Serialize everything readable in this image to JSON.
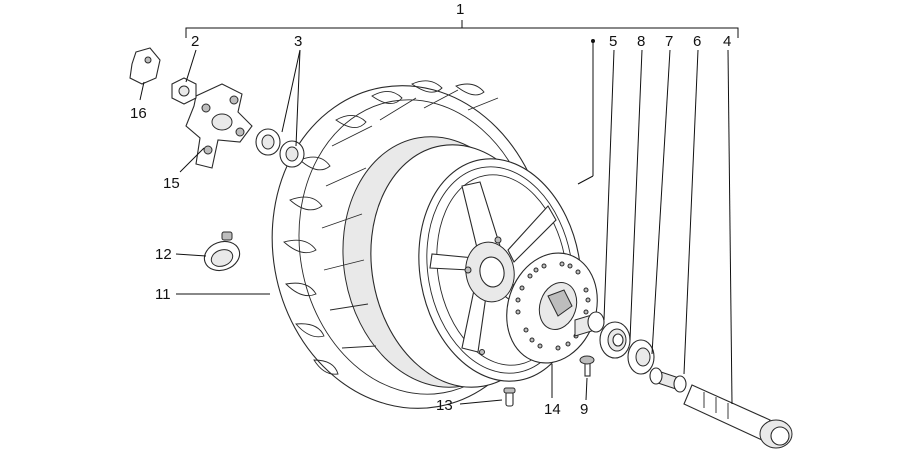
{
  "callouts": [
    {
      "id": "1",
      "label": "1"
    },
    {
      "id": "2",
      "label": "2"
    },
    {
      "id": "3",
      "label": "3"
    },
    {
      "id": "4",
      "label": "4"
    },
    {
      "id": "5",
      "label": "5"
    },
    {
      "id": "6",
      "label": "6"
    },
    {
      "id": "7",
      "label": "7"
    },
    {
      "id": "8",
      "label": "8"
    },
    {
      "id": "9",
      "label": "9"
    },
    {
      "id": "11",
      "label": "11"
    },
    {
      "id": "12",
      "label": "12"
    },
    {
      "id": "13",
      "label": "13"
    },
    {
      "id": "14",
      "label": "14"
    },
    {
      "id": "15",
      "label": "15"
    },
    {
      "id": "16",
      "label": "16"
    }
  ]
}
